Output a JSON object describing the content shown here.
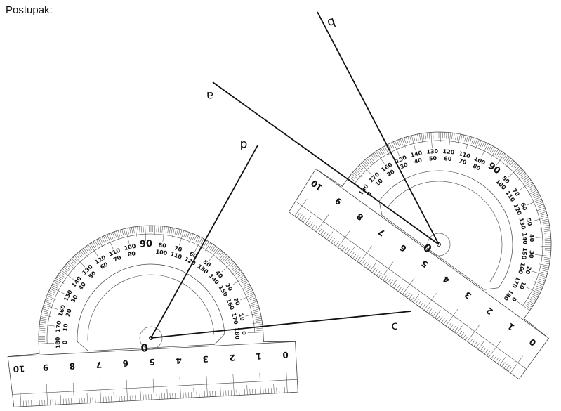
{
  "title": "Postupak:",
  "lines": {
    "a": "a",
    "b": "b",
    "c": "c",
    "d": "d"
  },
  "protractor": {
    "ruler_numbers": [
      "0",
      "1",
      "2",
      "3",
      "4",
      "5",
      "6",
      "7",
      "8",
      "9",
      "10"
    ],
    "angle_labels_outer": [
      "0",
      "10",
      "20",
      "30",
      "40",
      "50",
      "60",
      "70",
      "80",
      "90",
      "100",
      "110",
      "120",
      "130",
      "140",
      "150",
      "160",
      "170",
      "180"
    ],
    "angle_labels_inner": [
      "180",
      "170",
      "160",
      "150",
      "140",
      "130",
      "120",
      "110",
      "100",
      "",
      "80",
      "70",
      "60",
      "50",
      "40",
      "30",
      "20",
      "10",
      "0"
    ],
    "center_mark": "0"
  },
  "colors": {
    "ink": "#111111",
    "grid": "#555555"
  }
}
